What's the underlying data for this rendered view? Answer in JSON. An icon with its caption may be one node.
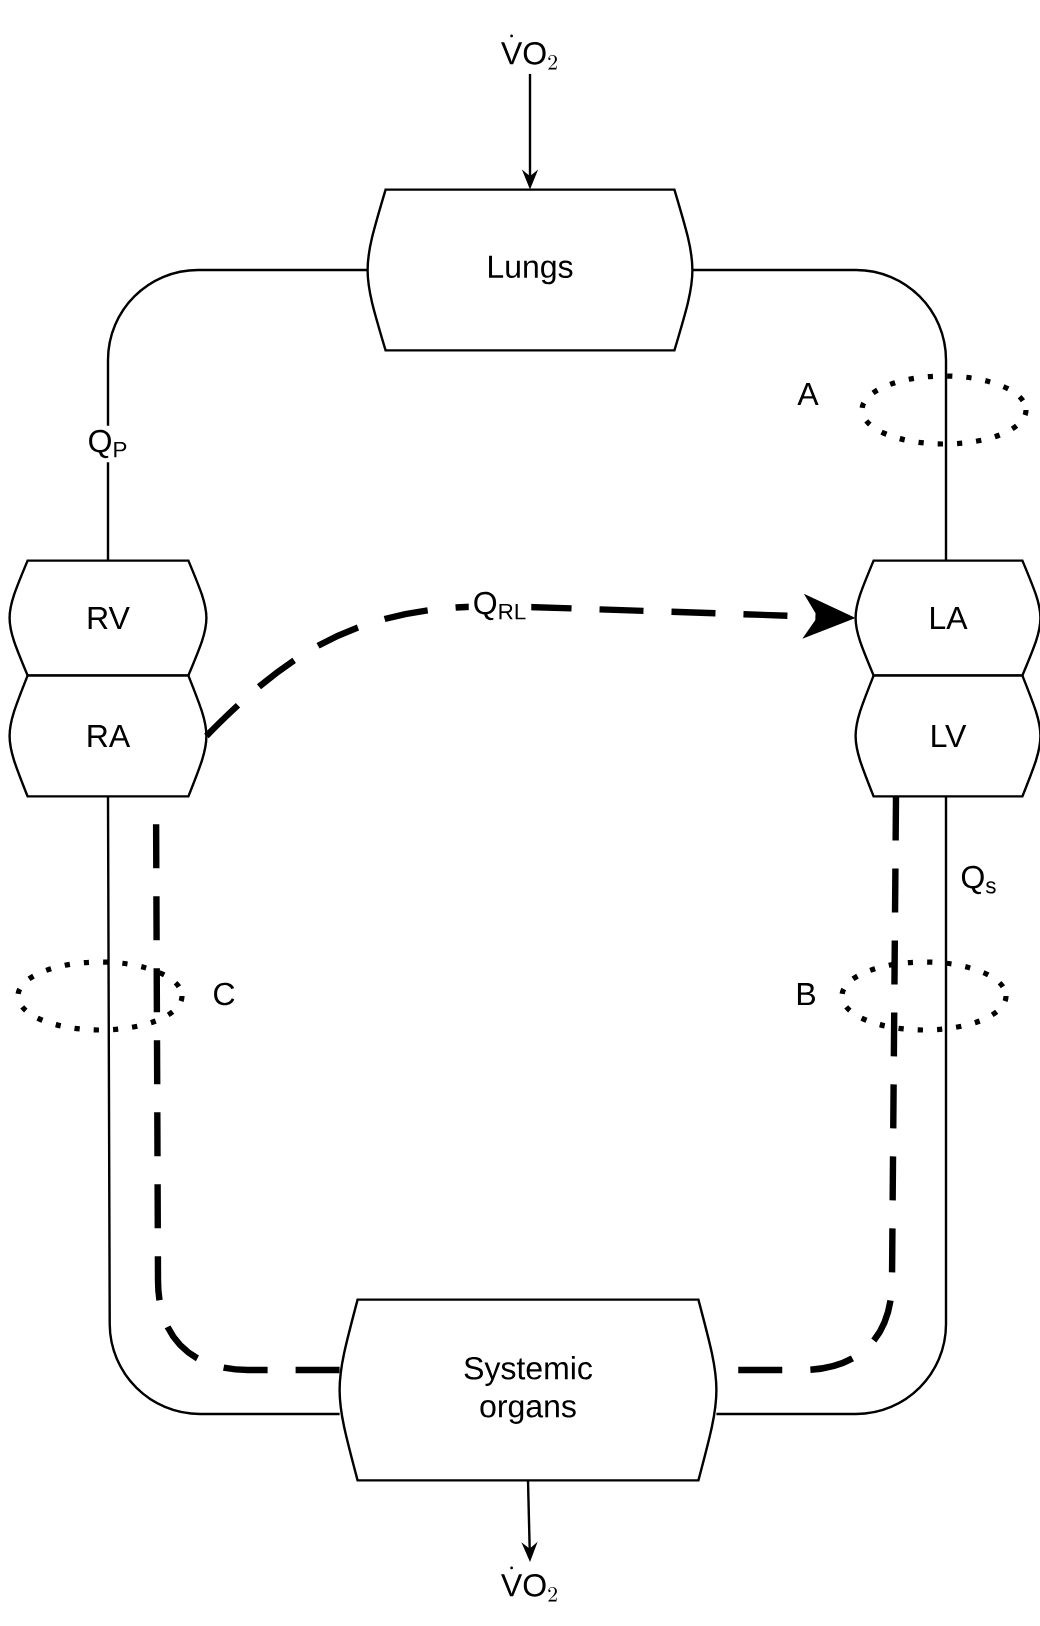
{
  "diagram": {
    "nodes": [
      {
        "text": [
          "\\dot{\\mathsf{V}}\\mathsf{O}_{2}"
        ]
      },
      {
        "text": [
          "Lungs"
        ]
      },
      {
        "text": [
          "RV"
        ]
      },
      {
        "text": [
          "RA"
        ]
      },
      {
        "text": [
          "LA"
        ]
      },
      {
        "text": [
          "LV"
        ]
      },
      {
        "text": [
          "Systemic organs"
        ]
      },
      {
        "text": [
          "\\dot{\\mathsf{V}}\\mathsf{O}_{2}"
        ]
      }
    ],
    "edges": [
      {
        "from": 0,
        "to": 1,
        "arrow": "to"
      },
      {
        "from": 2,
        "to": 1,
        "arrow": "none",
        "label": "Q$_{P}$"
      },
      {
        "from": 1,
        "to": 4,
        "arrow": "none"
      },
      {
        "from": 5,
        "to": 6,
        "arrow": "none",
        "label": "Q$_{s}$"
      },
      {
        "from": 6,
        "to": 3,
        "arrow": "none"
      },
      {
        "from": 3,
        "to": 4,
        "arrow": "to",
        "style": "dashed",
        "label": "Q$_{RL}$"
      },
      {
        "from": 5,
        "to": 6,
        "arrow": "none",
        "style": "dashed"
      },
      {
        "from": 6,
        "to": 3,
        "arrow": "none",
        "style": "dashed"
      },
      {
        "from": 6,
        "to": 7,
        "arrow": "to"
      }
    ],
    "labels": [
      "A",
      "C",
      "B"
    ]
  }
}
